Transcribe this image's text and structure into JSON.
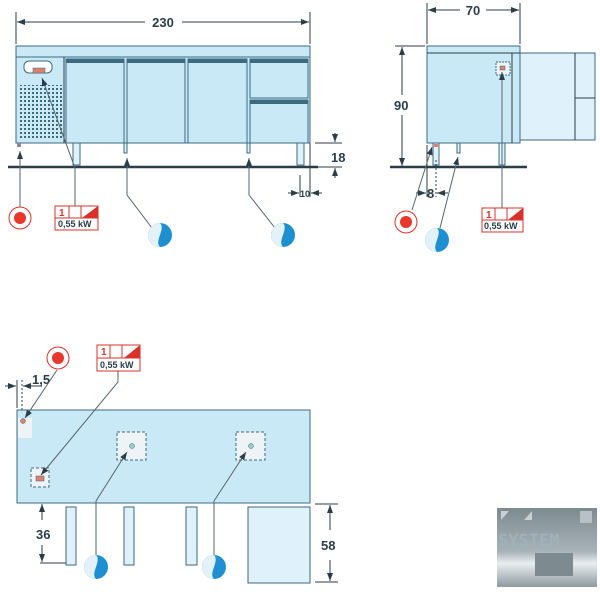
{
  "colors": {
    "body": "#c9e9f7",
    "outline": "#3c6b80",
    "electric": "#d8322a",
    "water": "#1e8fd0"
  },
  "front_view": {
    "width_label": "230",
    "leg_height_label": "18",
    "leg_offset_label": "10"
  },
  "side_view": {
    "depth_label": "70",
    "height_label": "90",
    "offset_label": "8"
  },
  "plan_view": {
    "offset_label": "1,5",
    "leg_label": "36",
    "drawer_label": "58"
  },
  "power": {
    "phase": "1",
    "rating": "0,55 kW"
  },
  "icons": [
    "electric-connection-icon",
    "water-drain-icon",
    "power-rating-icon"
  ],
  "logo": {
    "text": "SYSTEM"
  }
}
